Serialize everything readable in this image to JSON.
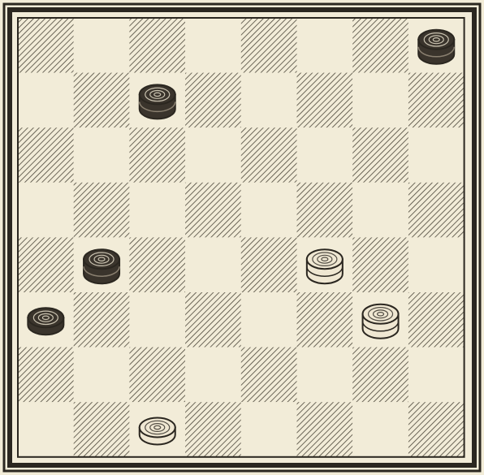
{
  "board": {
    "rows": 8,
    "cols": 8,
    "colors": {
      "paper": "#f2ecd8",
      "hatch": "#4a4538",
      "frame": "#2b2720",
      "black_piece": "#3a342c",
      "white_piece": "#efe7d2"
    },
    "pieces": [
      {
        "row": 0,
        "col": 7,
        "color": "black",
        "stack": 2
      },
      {
        "row": 1,
        "col": 2,
        "color": "black",
        "stack": 2
      },
      {
        "row": 4,
        "col": 1,
        "color": "black",
        "stack": 2
      },
      {
        "row": 4,
        "col": 5,
        "color": "white",
        "stack": 2
      },
      {
        "row": 5,
        "col": 0,
        "color": "black",
        "stack": 1
      },
      {
        "row": 5,
        "col": 6,
        "color": "white",
        "stack": 2
      },
      {
        "row": 7,
        "col": 2,
        "color": "white",
        "stack": 1
      }
    ]
  }
}
